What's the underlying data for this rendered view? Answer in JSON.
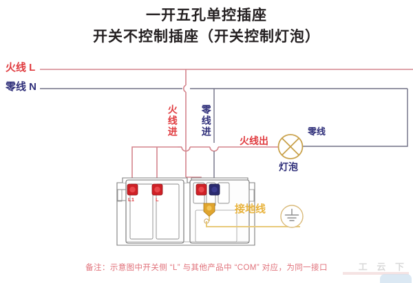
{
  "title": {
    "line1": "一开五孔单控插座",
    "line2": "开关不控制插座（开关控制灯泡）"
  },
  "labels": {
    "live_line": "火线  L",
    "neutral_line": "零线  N",
    "live_in": "火线进",
    "neutral_in": "零线进",
    "live_out": "火线出",
    "neutral_return": "零线",
    "lamp": "灯泡",
    "ground": "接地线"
  },
  "terminals": {
    "switch_l1": "L1",
    "switch_l": "L"
  },
  "footer": {
    "note": "备注：示意图中开关侧 “L” 与其他产品中 “COM” 对应，为同一接口"
  },
  "watermark": {
    "text": "工 云 下"
  },
  "colors": {
    "live": "#e03a3e",
    "live_wire": "#d4848c",
    "neutral": "#2f2f7a",
    "neutral_wire": "#6b6b8c",
    "ground": "#e8b23a",
    "lamp": "#c9a14a",
    "device_outline": "#5a5a5a",
    "title": "#231f20",
    "footer": "#e0717a"
  },
  "icons": {
    "lamp": "lamp-x-circle-icon",
    "ground": "earth-ground-icon"
  }
}
